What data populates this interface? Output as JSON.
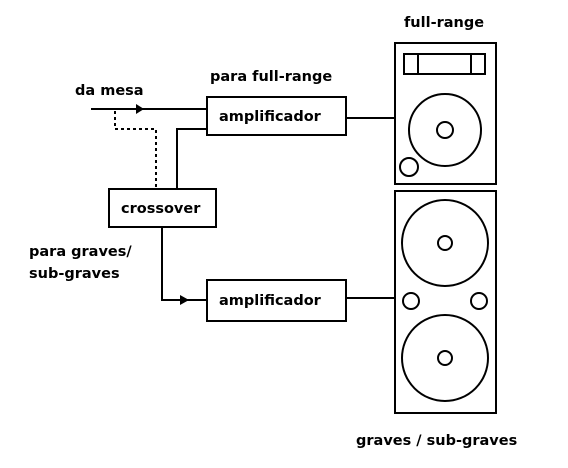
{
  "labels": {
    "full_range_title": "full-range",
    "source": "da mesa",
    "to_full_range": "para full-range",
    "amp_top": "amplificador",
    "crossover": "crossover",
    "to_lows_line1": "para graves/",
    "to_lows_line2": "sub-graves",
    "amp_bottom": "amplificador",
    "lows_title": "graves / sub-graves"
  },
  "colors": {
    "line": "#000000",
    "background": "#ffffff"
  }
}
